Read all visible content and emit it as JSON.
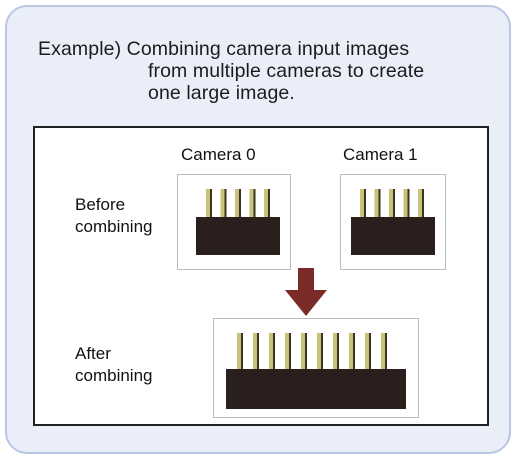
{
  "caption": {
    "line1": "Example) Combining camera input images",
    "line2": "from multiple cameras to create",
    "line3": "one large image."
  },
  "cameras": [
    {
      "label": "Camera 0",
      "pins": 5
    },
    {
      "label": "Camera 1",
      "pins": 5
    }
  ],
  "combined": {
    "pins": 10
  },
  "labels": {
    "before_line1": "Before",
    "before_line2": "combining",
    "after_line1": "After",
    "after_line2": "combining"
  },
  "colors": {
    "panel_bg": "#e9eef9",
    "connector_body": "#2a1f1c",
    "pin": "#c9c27a",
    "arrow": "#7a2a27"
  }
}
